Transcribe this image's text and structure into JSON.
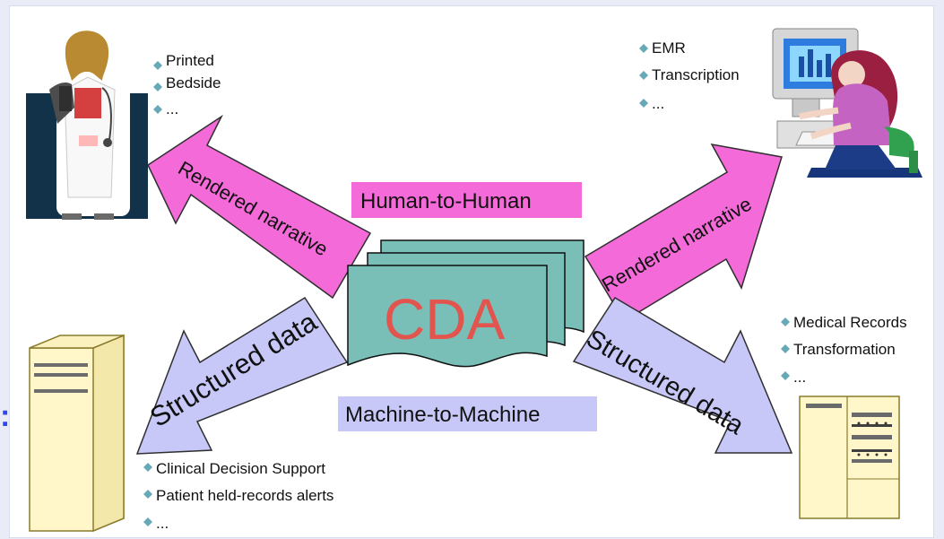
{
  "center": {
    "label": "CDA",
    "top_banner": "Human-to-Human",
    "bottom_banner": "Machine-to-Machine"
  },
  "arrows": {
    "top_left": "Rendered narrative",
    "top_right": "Rendered narrative",
    "bottom_left": "Structured data",
    "bottom_right": "Structured data"
  },
  "lists": {
    "top_left": [
      "Printed",
      "Bedside",
      "..."
    ],
    "top_right": [
      "EMR",
      "Transcription",
      "..."
    ],
    "bottom_right": [
      "Medical Records",
      "Transformation",
      "..."
    ],
    "bottom_left": [
      "Clinical Decision Support",
      "Patient held-records alerts",
      "..."
    ]
  },
  "left_marker": ":",
  "colors": {
    "pink": "#f46ad8",
    "lavender": "#c7c8f8",
    "teal": "#79bfb7",
    "cda_text": "#e2544e",
    "bullet": "#67a9b7",
    "server_fill": "#fff7c9",
    "server_stroke": "#8a7b2c",
    "doctor_bg": "#12324a"
  },
  "icons": {
    "doctor": "doctor-icon",
    "computer_user": "computer-user-icon",
    "server": "server-icon",
    "machine": "machine-icon",
    "bullet": "diamond-bullet-icon"
  }
}
